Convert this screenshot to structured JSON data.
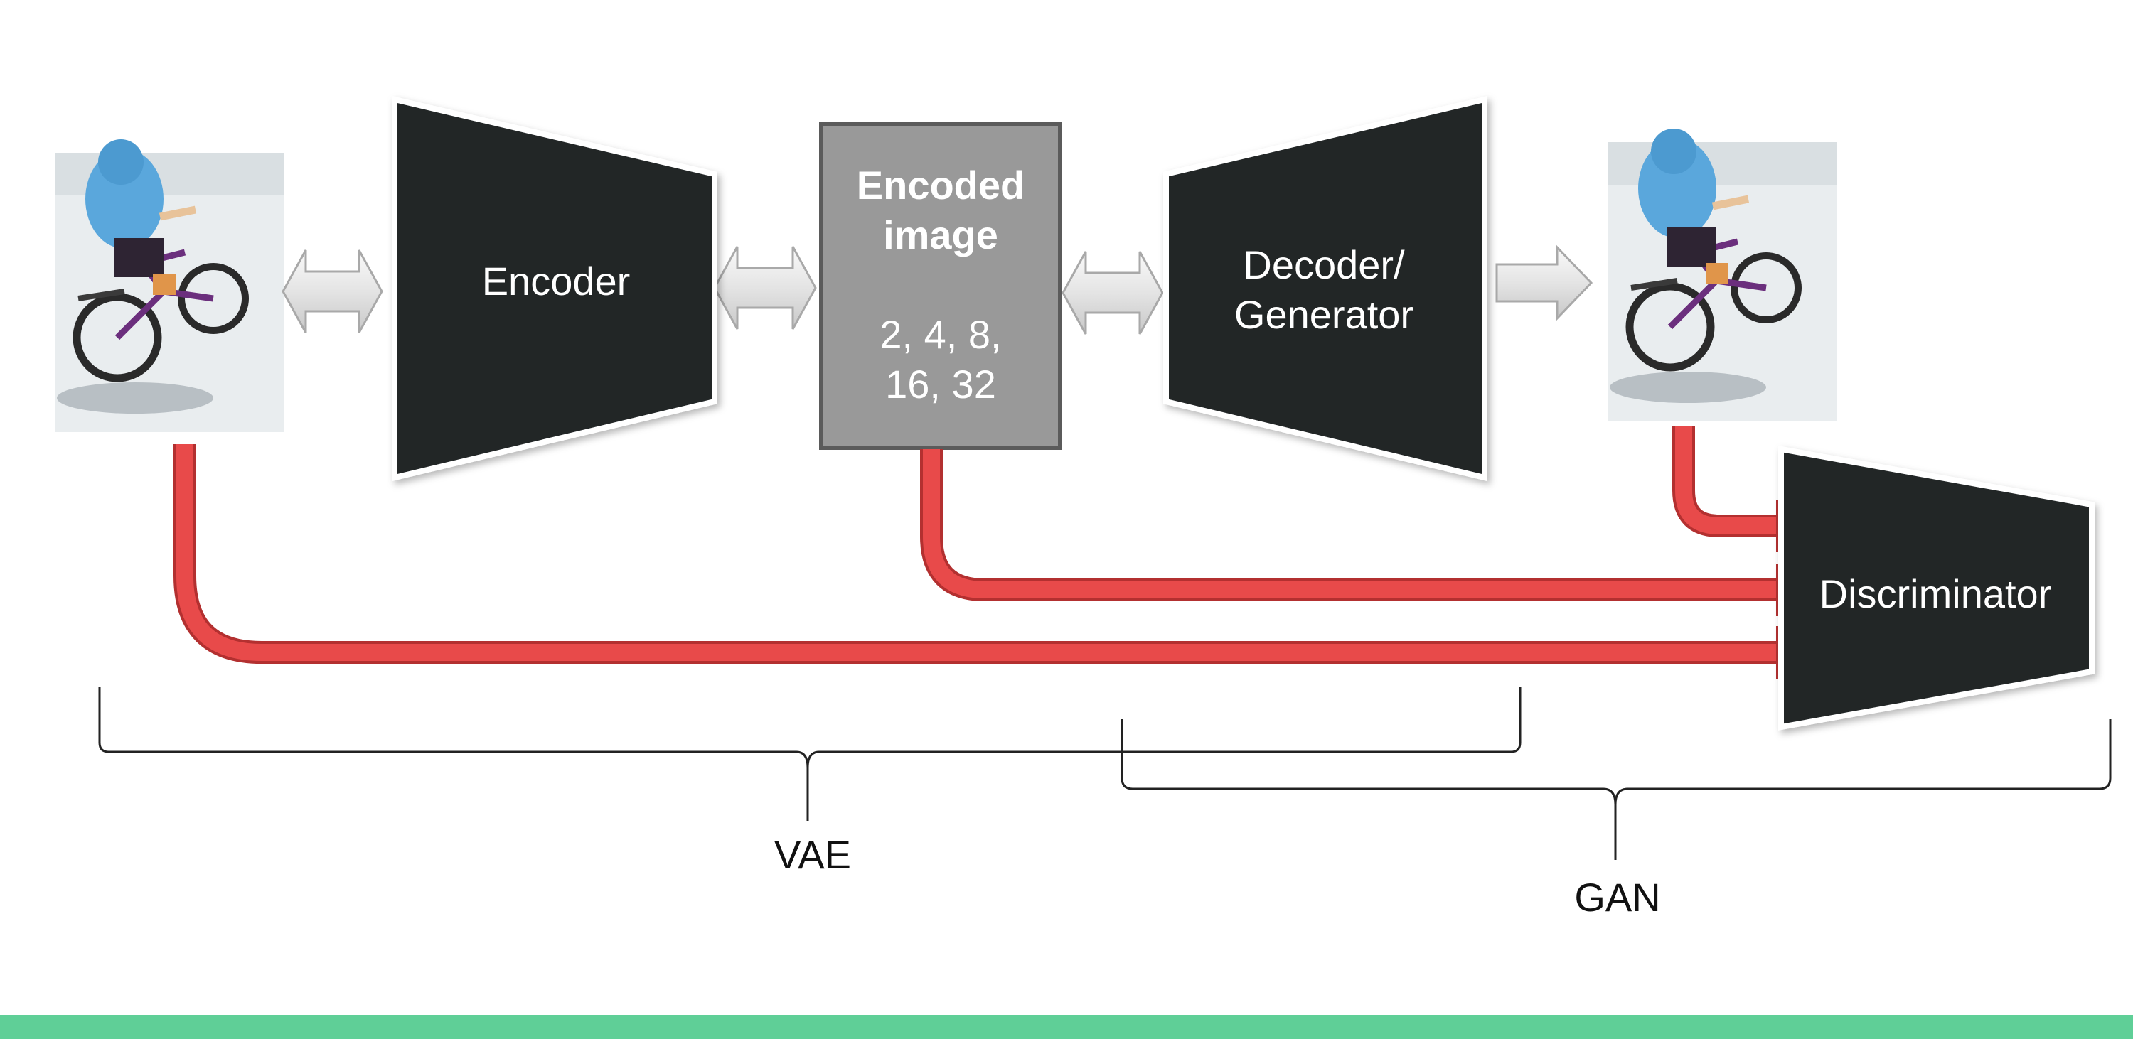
{
  "blocks": {
    "encoder": {
      "label": "Encoder"
    },
    "encoded": {
      "title_line1": "Encoded",
      "title_line2": "image",
      "values_line1": "2, 4, 8,",
      "values_line2": "16, 32"
    },
    "decoder": {
      "label_line1": "Decoder/",
      "label_line2": "Generator"
    },
    "discriminator": {
      "label": "Discriminator"
    }
  },
  "brackets": {
    "vae": {
      "label": "VAE"
    },
    "gan": {
      "label": "GAN"
    }
  },
  "images": {
    "input": {
      "icon": "child-on-bicycle-photo"
    },
    "output": {
      "icon": "child-on-bicycle-photo"
    }
  },
  "colors": {
    "block_dark": "#212628",
    "encoded_fill": "#999999",
    "red_arrow": "#e84a4a",
    "grey_arrow": "#e2e2e2",
    "footer": "#5fcf97"
  }
}
